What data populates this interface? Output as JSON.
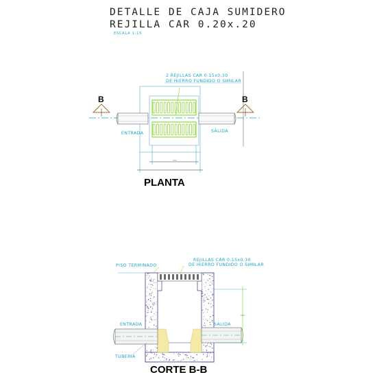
{
  "title": {
    "line1": "DETALLE DE CAJA SUMIDERO",
    "line2": "REJILLA CAR 0.20x.20",
    "scale": "ESCALA 1:15"
  },
  "plan": {
    "heading": "PLANTA",
    "note_line1": "2 REJILLAS CAR 0.15x0.30",
    "note_line2": "DE HIERRO FUNDIDO O SIMILAR",
    "inlet_label": "ENTRADA",
    "outlet_label": "SALIDA",
    "cut_marker_left": "B",
    "cut_marker_right": "B"
  },
  "section": {
    "heading": "CORTE B-B",
    "floor_label": "PISO TERMINADO",
    "note_line1": "REJILLAS CAR 0.15x0.30",
    "note_line2": "DE HIERRO FUNDIDO O SIMILAR",
    "inlet_label": "ENTRADA",
    "outlet_label": "SALIDA",
    "pipe_label": "TUBERIA"
  },
  "colors": {
    "grate": "#7ed321",
    "annotation": "#1aa3c8",
    "concrete_outline": "#3b3b8a",
    "mortar": "#f5e9a8",
    "pipe": "#8a8a8a"
  }
}
